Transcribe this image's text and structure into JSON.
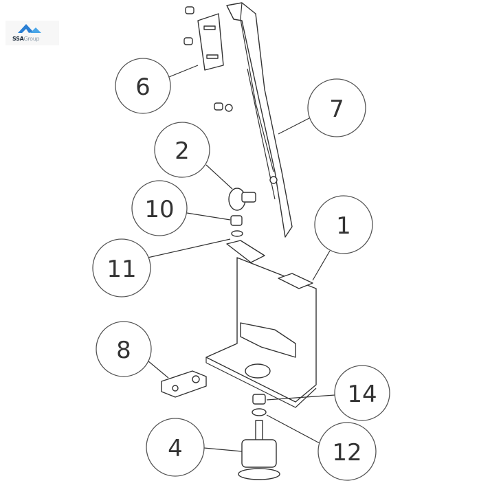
{
  "logo": {
    "brand": "SSA",
    "suffix": "Group"
  },
  "callouts": [
    {
      "id": "6",
      "label": "6"
    },
    {
      "id": "7",
      "label": "7"
    },
    {
      "id": "2",
      "label": "2"
    },
    {
      "id": "10",
      "label": "10"
    },
    {
      "id": "11",
      "label": "11"
    },
    {
      "id": "1",
      "label": "1"
    },
    {
      "id": "8",
      "label": "8"
    },
    {
      "id": "14",
      "label": "14"
    },
    {
      "id": "12",
      "label": "12"
    },
    {
      "id": "4",
      "label": "4"
    }
  ]
}
